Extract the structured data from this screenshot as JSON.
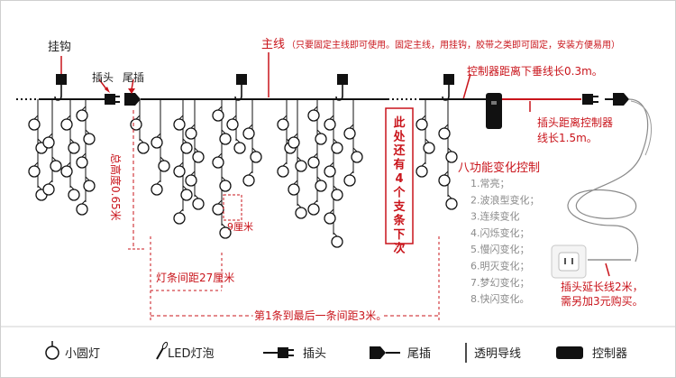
{
  "labels": {
    "hook": "挂钩",
    "main_line": "主线",
    "main_line_note": "（只要固定主线即可使用。固定主线，用挂钩，胶带之类即可固定，安装方便易用）",
    "plug": "插头",
    "tail_plug": "尾插",
    "total_height": "总高度0.65米",
    "cm9": "9厘米",
    "strand_spacing": "灯条间距27厘米",
    "first_to_last": "第1条到最后一条间距3米。",
    "more_strands": "此处还有4个支条下次",
    "controller_drop": "控制器距离下垂线长0.3m。",
    "plug_distance_line1": "插头距离控制器",
    "plug_distance_line2": "线长1.5m。",
    "function_title": "八功能变化控制",
    "extension_line1": "插头延长线2米，",
    "extension_line2": "需另加3元购买。"
  },
  "functions": [
    "1.常亮；",
    "2.波浪型变化；",
    "3.连续变化",
    "4.闪烁变化；",
    "5.慢闪变化；",
    "6.明灭变化；",
    "7.梦幻变化；",
    "8.快闪变化。"
  ],
  "legend": {
    "small_bulb": "小圆灯",
    "led": "LED灯泡",
    "plug": "插头",
    "tail_plug": "尾插",
    "wire": "透明导线",
    "controller": "控制器"
  },
  "colors": {
    "accent": "#c9141b",
    "line": "#222222",
    "dim": "#8b8b8b"
  }
}
